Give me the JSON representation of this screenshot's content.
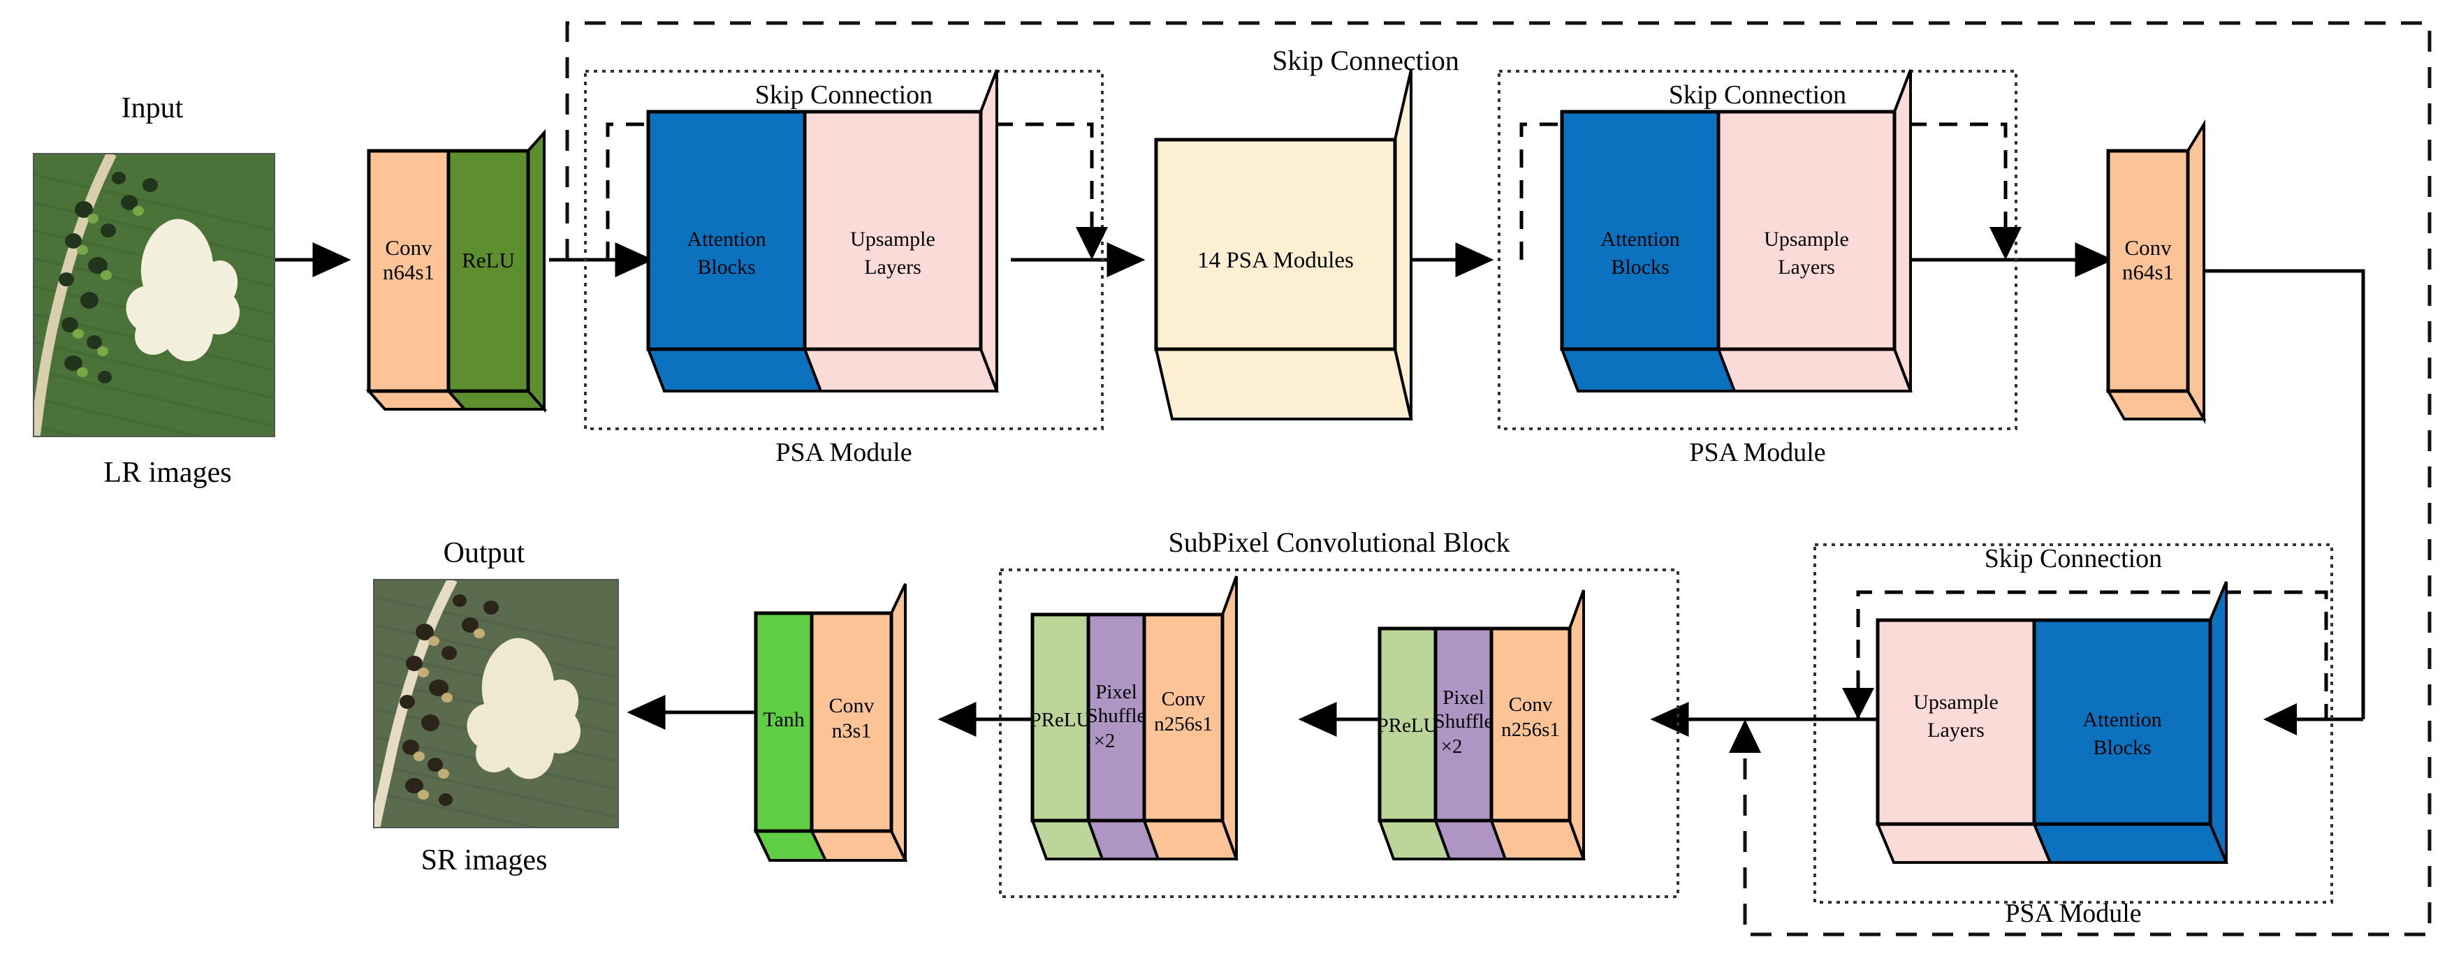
{
  "diagram": {
    "title": "Super-Resolution Network Architecture with PSA Modules",
    "colors": {
      "orange": "#FBC396",
      "dark_green": "#5E8F2F",
      "bright_green": "#5FCE44",
      "blue": "#0C72BF",
      "pink": "#FADBD8",
      "cream": "#FDF0D2",
      "light_green": "#BCD69A",
      "purple": "#AE95C4",
      "stroke": "#000000"
    }
  },
  "input": {
    "title": "Input",
    "caption": "LR images"
  },
  "output": {
    "title": "Output",
    "caption": "SR images"
  },
  "blocks": {
    "conv_head": {
      "line1": "Conv",
      "line2": "n64s1"
    },
    "relu_head": {
      "line1": "ReLU",
      "line2": ""
    },
    "psa1": {
      "attention": {
        "line1": "Attention",
        "line2": "Blocks"
      },
      "upsample": {
        "line1": "Upsample",
        "line2": "Layers"
      },
      "skip_label": "Skip Connection",
      "module_label": "PSA Module"
    },
    "center": {
      "line1": "14 PSA Modules",
      "line2": ""
    },
    "psa2": {
      "attention": {
        "line1": "Attention",
        "line2": "Blocks"
      },
      "upsample": {
        "line1": "Upsample",
        "line2": "Layers"
      },
      "skip_label": "Skip Connection",
      "module_label": "PSA Module"
    },
    "conv_tail": {
      "line1": "Conv",
      "line2": "n64s1"
    },
    "psa3": {
      "upsample": {
        "line1": "Upsample",
        "line2": "Layers"
      },
      "attention": {
        "line1": "Attention",
        "line2": "Blocks"
      },
      "skip_label": "Skip Connection",
      "module_label": "PSA Module"
    },
    "subpixel": {
      "group_label": "SubPixel Convolutional Block",
      "unit_b": {
        "prelu": {
          "line1": "PReLU",
          "line2": ""
        },
        "shuffle": {
          "line1": "Pixel",
          "line2": "Shuffle",
          "line3": "×2"
        },
        "conv": {
          "line1": "Conv",
          "line2": "n256s1"
        }
      },
      "unit_a": {
        "prelu": {
          "line1": "PReLU",
          "line2": ""
        },
        "shuffle": {
          "line1": "Pixel",
          "line2": "Shuffle",
          "line3": "×2"
        },
        "conv": {
          "line1": "Conv",
          "line2": "n256s1"
        }
      }
    },
    "tanh": {
      "line1": "Tanh",
      "line2": ""
    },
    "conv_out": {
      "line1": "Conv",
      "line2": "n3s1"
    }
  },
  "global_skip": {
    "label": "Skip Connection"
  }
}
